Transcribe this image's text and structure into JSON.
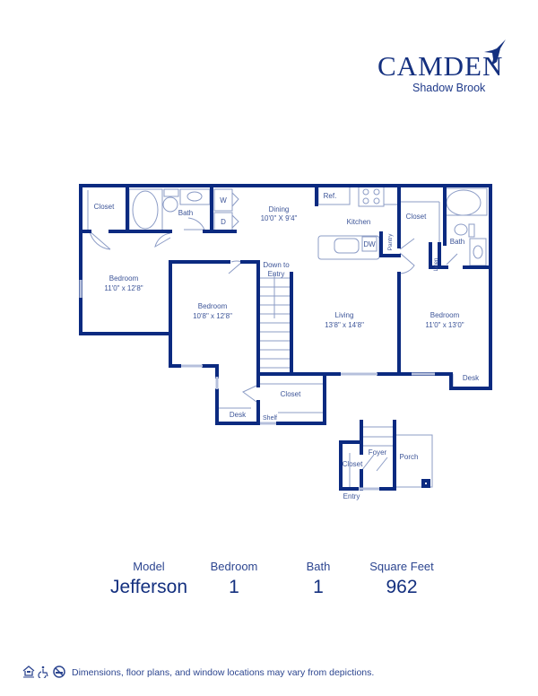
{
  "brand": {
    "name": "Camden",
    "community": "Shadow Brook",
    "icon": "hummingbird-logo"
  },
  "plan": {
    "rooms": {
      "closet_tl": "Closet",
      "bath_left": "Bath",
      "dining": "Dining",
      "dining_dim": "10'0\" X 9'4\"",
      "ref": "Ref.",
      "kitchen": "Kitchen",
      "dw": "DW",
      "pantry": "Pantry",
      "wd_w": "W",
      "wd_d": "D",
      "closet_tr": "Closet",
      "bath_right": "Bath",
      "linen": "Linen",
      "bedroom1": "Bedroom",
      "bedroom1_dim": "11'0\" x 12'8\"",
      "bedroom2": "Bedroom",
      "bedroom2_dim": "10'8\" x 12'8\"",
      "stairs": "Down to",
      "stairs2": "Entry",
      "living": "Living",
      "living_dim": "13'8\" x 14'8\"",
      "bedroom3": "Bedroom",
      "bedroom3_dim": "11'0\" x 13'0\"",
      "desk_right": "Desk",
      "closet_mid": "Closet",
      "desk_mid": "Desk",
      "shelf": "Shelf",
      "foyer": "Foyer",
      "closet_entry": "Closet",
      "porch": "Porch",
      "entry": "Entry"
    },
    "colors": {
      "wall": "#0b2a80",
      "fixture": "#8c9cc6"
    }
  },
  "summary": {
    "model_label": "Model",
    "model": "Jefferson",
    "bedroom_label": "Bedroom",
    "bedroom": "1",
    "bath_label": "Bath",
    "bath": "1",
    "sqft_label": "Square Feet",
    "sqft": "962"
  },
  "footer": {
    "disclaimer": "Dimensions, floor plans, and window locations may vary from depictions.",
    "icons": [
      "equal-housing-icon",
      "accessibility-icon",
      "no-smoking-icon"
    ]
  }
}
